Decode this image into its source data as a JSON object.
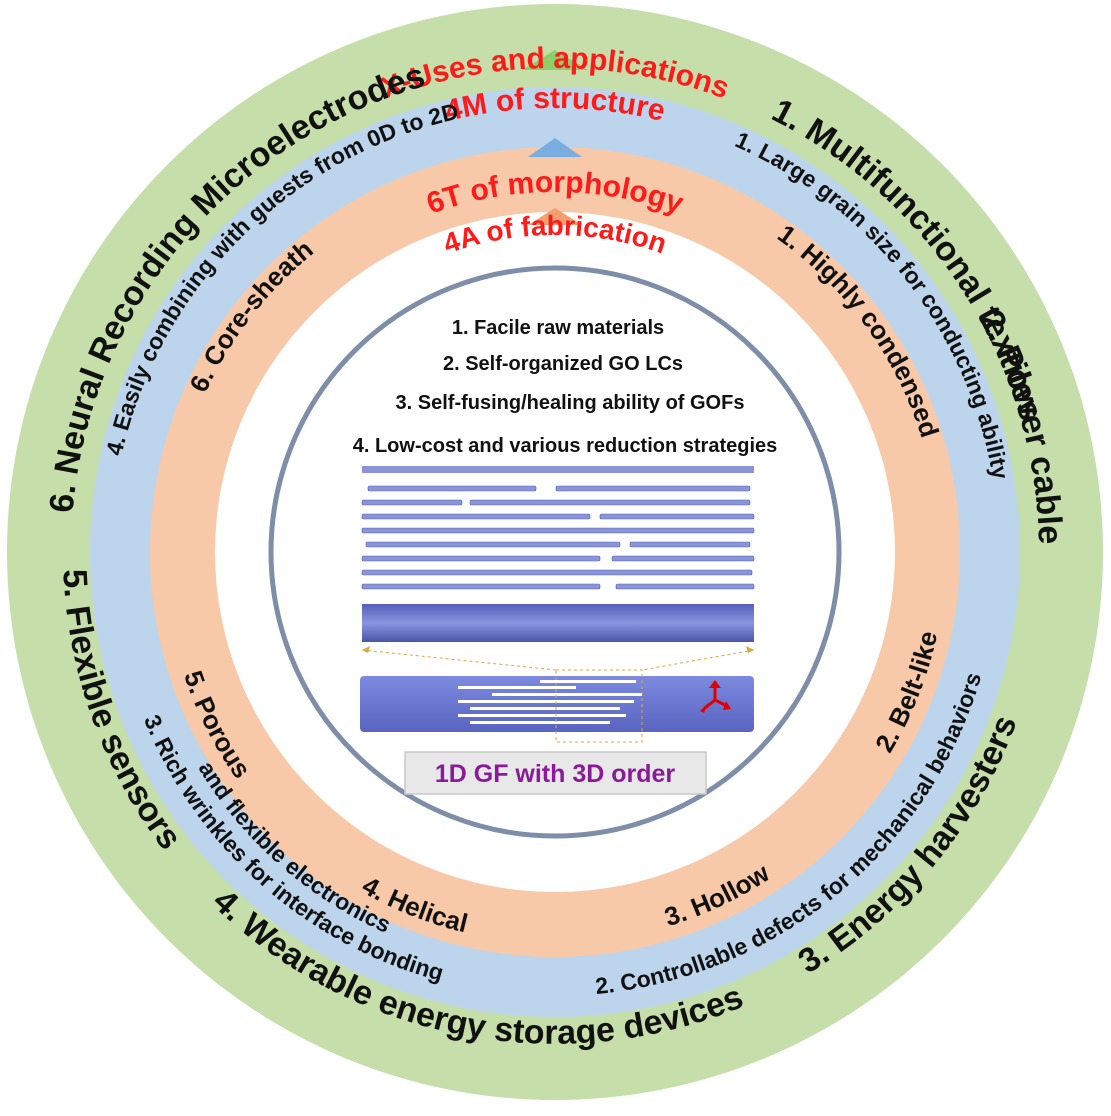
{
  "rings": {
    "outer": {
      "title": "X-Uses and applications",
      "items": [
        "1. Multifunctional textiles",
        "2. Power cable",
        "3. Energy harvesters",
        "4. Wearable energy storage devices",
        "5. Flexible sensors",
        "6. Neural Recording Microelectrodes"
      ]
    },
    "structure": {
      "title": "4M of structure",
      "items": [
        "1. Large grain size for conducting ability",
        "2. Controllable defects for mechanical behaviors",
        "3. Rich wrinkles for interface bonding",
        "and flexible electronics",
        "4. Easily combining with guests from 0D to 2D"
      ]
    },
    "morphology": {
      "title": "6T of morphology",
      "items": [
        "1. Highly condensed",
        "2. Belt-like",
        "3. Hollow",
        "4. Helical",
        "5. Porous",
        "6. Core-sheath"
      ]
    },
    "fabrication": {
      "title": "4A of fabrication",
      "items": [
        "1. Facile raw materials",
        "2. Self-organized GO LCs",
        "3. Self-fusing/healing ability of GOFs",
        "4. Low-cost and various reduction strategies"
      ]
    }
  },
  "center_label": "1D GF with 3D order",
  "colors": {
    "outer_ring": "#c6dfaa",
    "structure_ring": "#bcd5ec",
    "morphology_ring": "#f7c9a9",
    "title_red": "#ff1a1a",
    "center_label": "#8b1a9a",
    "fiber_blue": "#6b78c8"
  },
  "icons": [
    "arrow-up-green",
    "arrow-up-blue",
    "arrow-up-orange",
    "xyz-axes-icon",
    "graphene-layers-illustration",
    "fiber-illustration"
  ]
}
